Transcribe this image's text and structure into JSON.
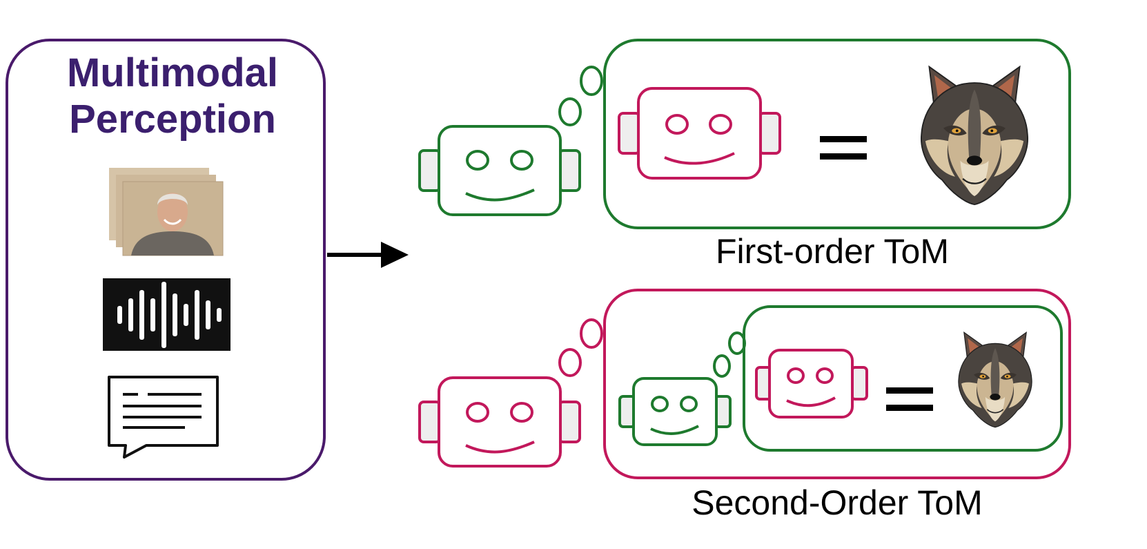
{
  "perception": {
    "title_line1": "Multimodal",
    "title_line2": "Perception",
    "modalities": [
      "video-frames-icon",
      "audio-waveform-icon",
      "text-speech-bubble-icon"
    ],
    "border_color": "#4a1a6b"
  },
  "first_order": {
    "caption": "First-order ToM",
    "equals": "=",
    "color": "#1e7a2e"
  },
  "second_order": {
    "caption": "Second-Order ToM",
    "equals": "=",
    "color": "#c2185b"
  },
  "colors": {
    "green": "#1e7a2e",
    "pink": "#c2185b",
    "purple": "#4a1a6b",
    "robot_ear_fill": "#eeeeee"
  }
}
